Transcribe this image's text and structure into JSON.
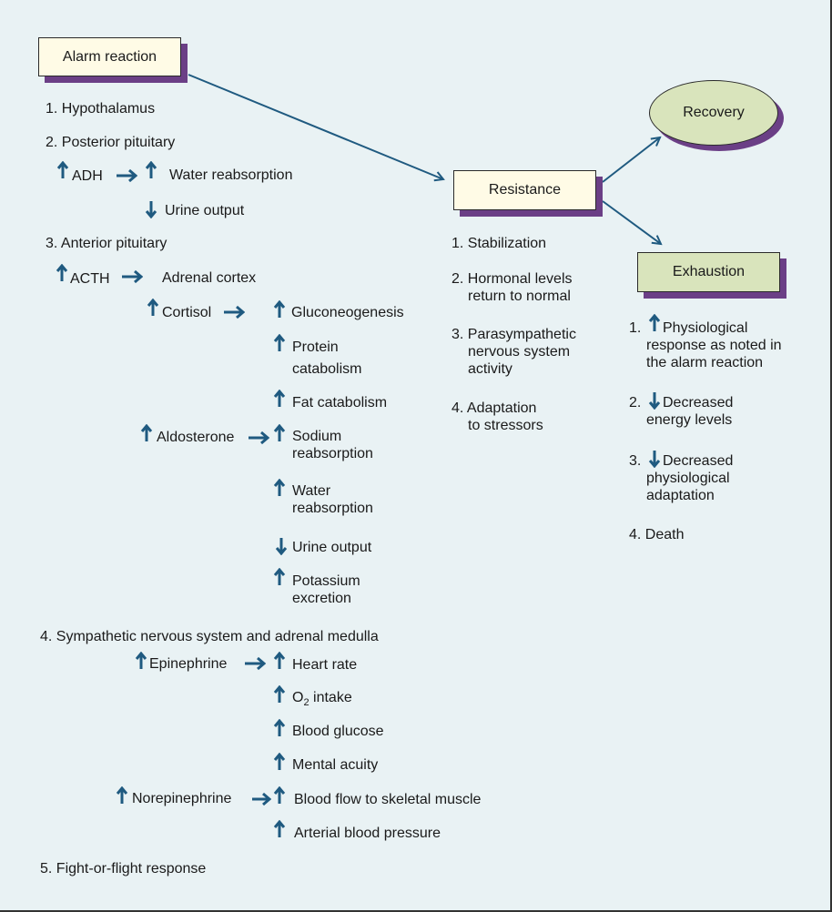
{
  "stages": {
    "alarm": "Alarm reaction",
    "resistance": "Resistance",
    "recovery": "Recovery",
    "exhaustion": "Exhaustion"
  },
  "colors": {
    "arrow": "#1f5a80",
    "shadow": "#6b3f86",
    "cream_box": "#fffbe6",
    "green_box": "#d9e4bc",
    "background": "#e9f2f4"
  },
  "alarm": {
    "item1": "1. Hypothalamus",
    "item2": "2. Posterior pituitary",
    "adh": "ADH",
    "adh_water": "Water reabsorption",
    "adh_urine": "Urine output",
    "item3": "3. Anterior pituitary",
    "acth": "ACTH",
    "adrenal_cortex": "Adrenal cortex",
    "cortisol": "Cortisol",
    "gluconeogenesis": "Gluconeogenesis",
    "protein_1": "Protein",
    "protein_2": "catabolism",
    "fat": "Fat catabolism",
    "aldosterone": "Aldosterone",
    "sodium_1": "Sodium",
    "sodium_2": "reabsorption",
    "water_1": "Water",
    "water_2": "reabsorption",
    "urine": "Urine output",
    "potassium_1": "Potassium",
    "potassium_2": "excretion",
    "item4": "4. Sympathetic nervous system and adrenal medulla",
    "epinephrine": "Epinephrine",
    "heart_rate": "Heart rate",
    "o2_intake_o": "O",
    "o2_intake_sub": "2",
    "o2_intake_rest": " intake",
    "blood_glucose": "Blood glucose",
    "mental_acuity": "Mental acuity",
    "norepinephrine": "Norepinephrine",
    "blood_flow": "Blood flow to skeletal muscle",
    "arterial_bp": "Arterial blood pressure",
    "item5": "5. Fight-or-flight response"
  },
  "resistance": {
    "item1": "1. Stabilization",
    "item2_a": "2. Hormonal levels",
    "item2_b": "return to normal",
    "item3_a": "3. Parasympathetic",
    "item3_b": "nervous system",
    "item3_c": "activity",
    "item4_a": "4. Adaptation",
    "item4_b": "to stressors"
  },
  "exhaustion": {
    "item1_num": "1.",
    "item1_a": "Physiological",
    "item1_b": "response as noted in",
    "item1_c": "the alarm reaction",
    "item2_num": "2.",
    "item2_a": "Decreased",
    "item2_b": "energy levels",
    "item3_num": "3.",
    "item3_a": "Decreased",
    "item3_b": "physiological",
    "item3_c": "adaptation",
    "item4": "4. Death"
  }
}
